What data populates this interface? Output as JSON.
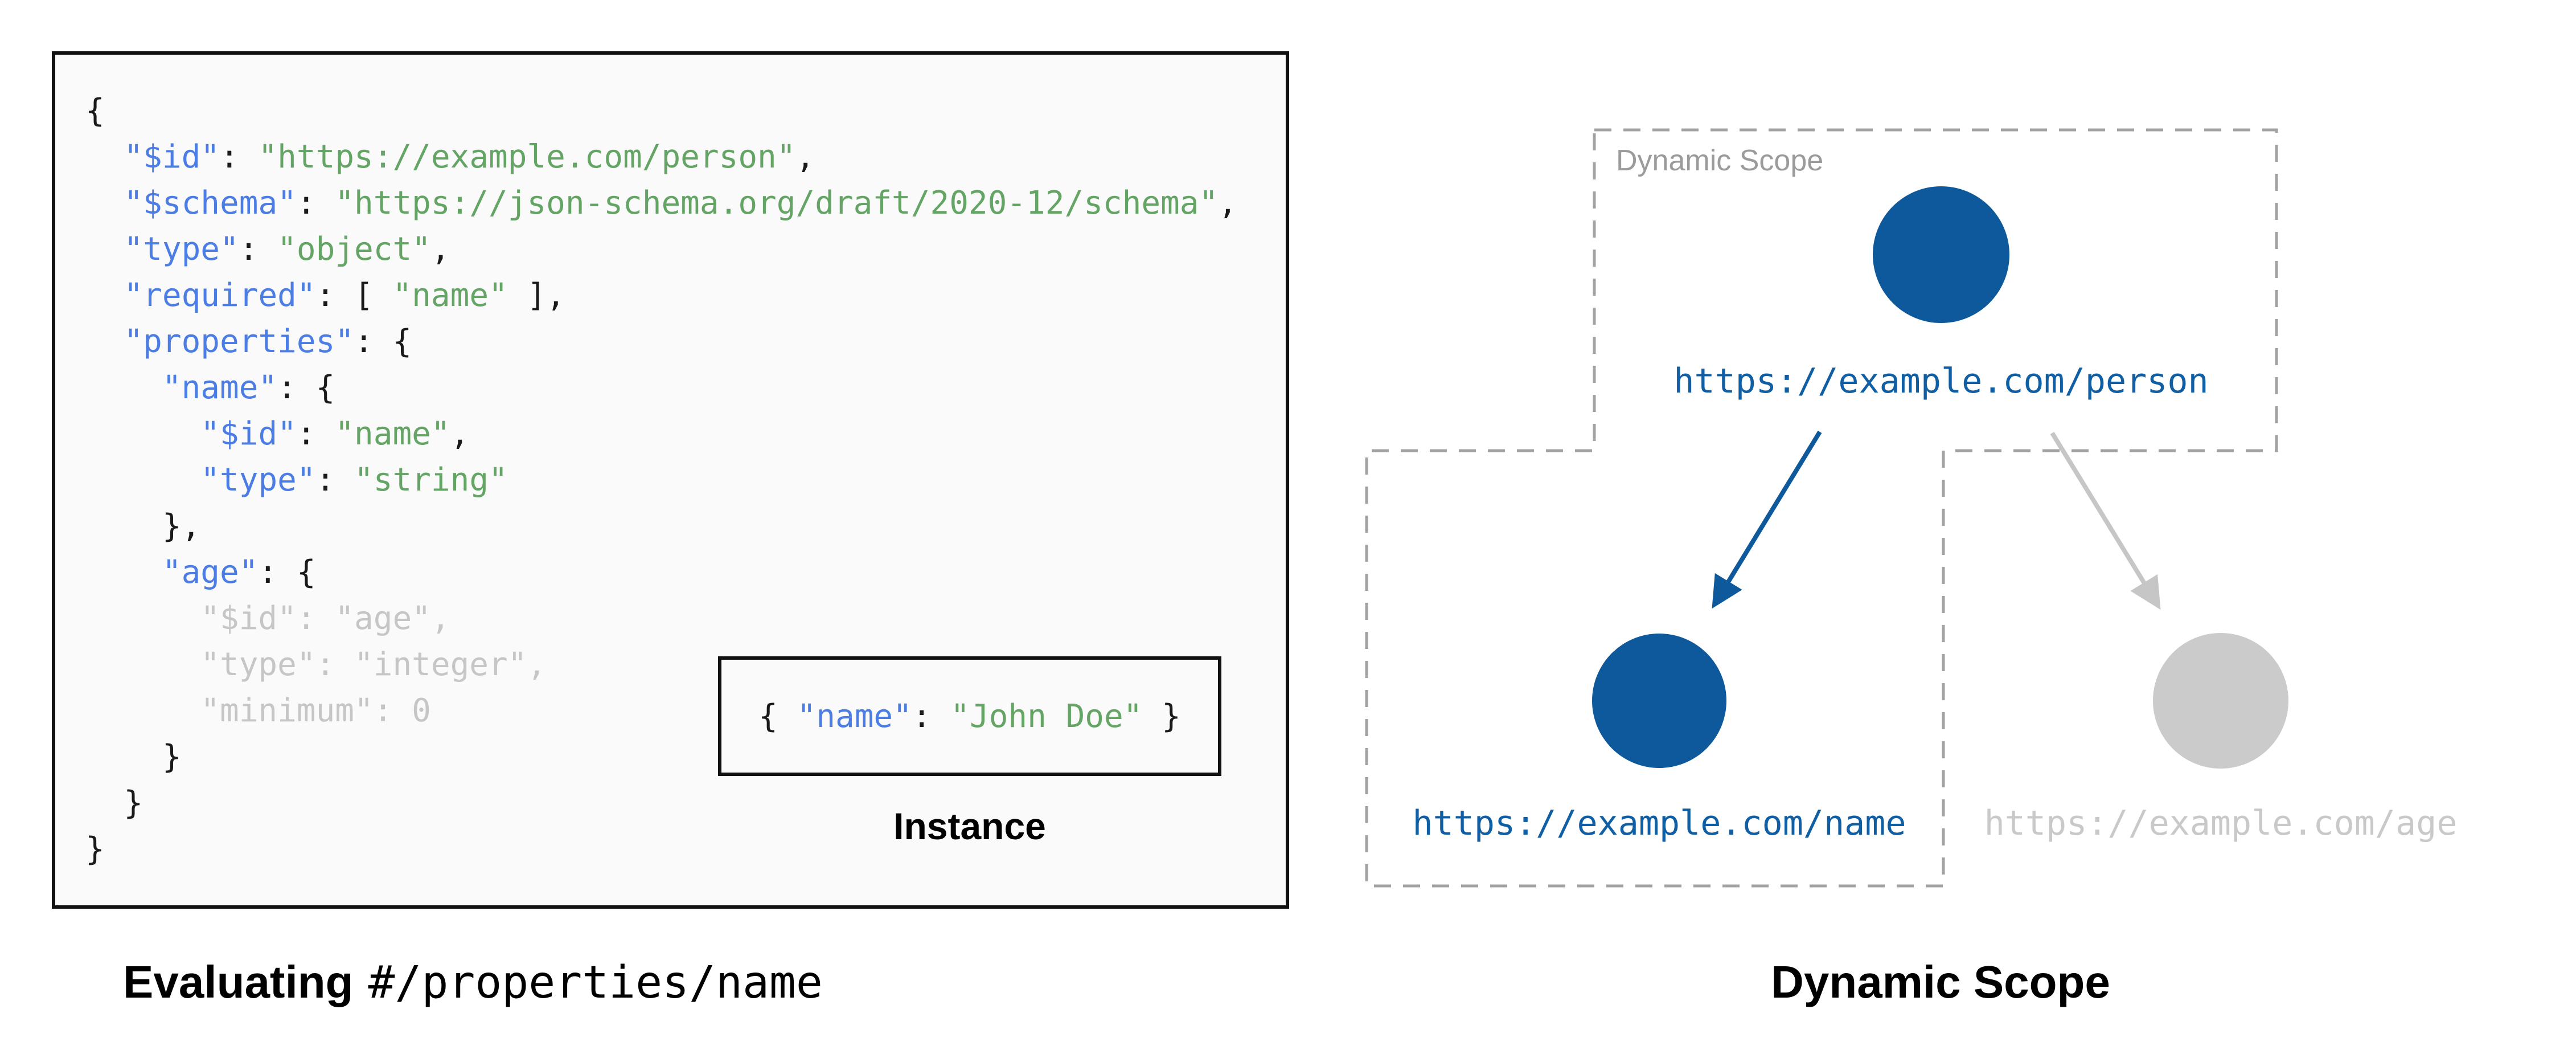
{
  "colors": {
    "page_bg": "#ffffff",
    "panel_bg": "#fafafa",
    "panel_border": "#111111",
    "code_key_blue": "#4b7de4",
    "code_string_green": "#64a465",
    "code_plain": "#1a1a1a",
    "code_faded_gray": "#c6c6c6",
    "node_blue": "#0e599c",
    "node_gray": "#cbcbcb",
    "arrow_blue": "#0e599c",
    "arrow_gray": "#c6c6c6",
    "link_text_blue": "#105fa5",
    "link_text_gray": "#c9c9c9",
    "dash_gray": "#a2a2a2",
    "scope_label_gray": "#9b9b9b"
  },
  "schema_panel": {
    "code_lines": [
      [
        [
          "p",
          "{"
        ]
      ],
      [
        [
          "p",
          "  "
        ],
        [
          "k",
          "\"$id\""
        ],
        [
          "p",
          ": "
        ],
        [
          "s",
          "\"https://example.com/person\""
        ],
        [
          "p",
          ","
        ]
      ],
      [
        [
          "p",
          "  "
        ],
        [
          "k",
          "\"$schema\""
        ],
        [
          "p",
          ": "
        ],
        [
          "s",
          "\"https://json-schema.org/draft/2020-12/schema\""
        ],
        [
          "p",
          ","
        ]
      ],
      [
        [
          "p",
          "  "
        ],
        [
          "k",
          "\"type\""
        ],
        [
          "p",
          ": "
        ],
        [
          "s",
          "\"object\""
        ],
        [
          "p",
          ","
        ]
      ],
      [
        [
          "p",
          "  "
        ],
        [
          "k",
          "\"required\""
        ],
        [
          "p",
          ": [ "
        ],
        [
          "s",
          "\"name\""
        ],
        [
          "p",
          " ],"
        ]
      ],
      [
        [
          "p",
          "  "
        ],
        [
          "k",
          "\"properties\""
        ],
        [
          "p",
          ": {"
        ]
      ],
      [
        [
          "p",
          "    "
        ],
        [
          "k",
          "\"name\""
        ],
        [
          "p",
          ": {"
        ]
      ],
      [
        [
          "p",
          "      "
        ],
        [
          "k",
          "\"$id\""
        ],
        [
          "p",
          ": "
        ],
        [
          "s",
          "\"name\""
        ],
        [
          "p",
          ","
        ]
      ],
      [
        [
          "p",
          "      "
        ],
        [
          "k",
          "\"type\""
        ],
        [
          "p",
          ": "
        ],
        [
          "s",
          "\"string\""
        ]
      ],
      [
        [
          "p",
          "    },"
        ]
      ],
      [
        [
          "p",
          "    "
        ],
        [
          "k",
          "\"age\""
        ],
        [
          "p",
          ": {"
        ]
      ],
      [
        [
          "f",
          "      \"$id\": \"age\","
        ]
      ],
      [
        [
          "f",
          "      \"type\": \"integer\","
        ]
      ],
      [
        [
          "f",
          "      \"minimum\": 0"
        ]
      ],
      [
        [
          "p",
          "    }"
        ]
      ],
      [
        [
          "p",
          "  }"
        ]
      ],
      [
        [
          "p",
          "}"
        ]
      ]
    ],
    "instance_tokens": [
      [
        "p",
        "{ "
      ],
      [
        "k",
        "\"name\""
      ],
      [
        "p",
        ": "
      ],
      [
        "s",
        "\"John Doe\""
      ],
      [
        "p",
        " }"
      ]
    ],
    "instance_label": "Instance"
  },
  "captions": {
    "left_bold": "Evaluating",
    "left_mono": "#/properties/name",
    "right": "Dynamic Scope"
  },
  "diagram": {
    "scope_label": "Dynamic Scope",
    "nodes": [
      {
        "id": "person",
        "label": "https://example.com/person",
        "state": "in-scope"
      },
      {
        "id": "name",
        "label": "https://example.com/name",
        "state": "in-scope"
      },
      {
        "id": "age",
        "label": "https://example.com/age",
        "state": "out-of-scope"
      }
    ]
  }
}
